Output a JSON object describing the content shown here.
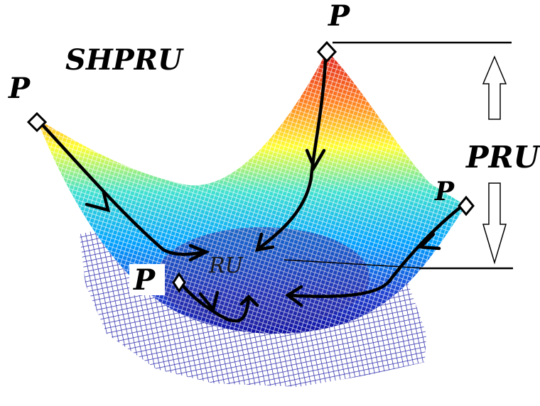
{
  "labels": {
    "title": "SHPRU",
    "pru": "PRU",
    "ru": "RU",
    "p_top": "P",
    "p_left": "P",
    "p_right": "P",
    "p_bottom": "P"
  },
  "colors": {
    "mesh_floor": "#1f1fa8",
    "colormap": [
      "#1010a0",
      "#00a0ff",
      "#40e0d0",
      "#ffff30",
      "#ff8020",
      "#e02020"
    ],
    "paths": "#000000"
  }
}
